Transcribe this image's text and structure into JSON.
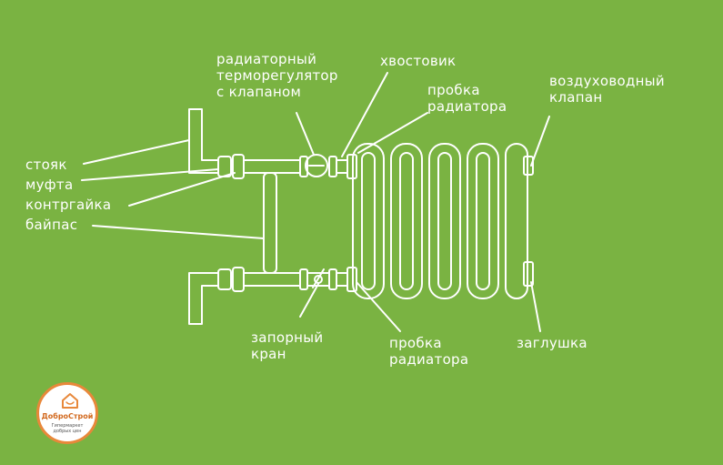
{
  "colors": {
    "background": "#7ab342",
    "stroke": "#ffffff",
    "logo_ring": "#e8883a"
  },
  "labels": {
    "stoyak": "стояк",
    "mufta": "муфта",
    "kontrgaika": "контргайка",
    "baipas": "байпас",
    "thermoregulator": "радиаторный\nтерморегулятор\nс клапаном",
    "khvostovik": "хвостовик",
    "probka_top": "пробка\nрадиатора",
    "vozdukhovodny": "воздуховодный\nклапан",
    "zapornyi": "запорный\nкран",
    "probka_bottom": "пробка\nрадиатора",
    "zaglushka": "заглушка"
  },
  "logo": {
    "name": "ДоброСтрой",
    "tagline": "Гипермаркет добрых цен",
    "icon": "house-smile-icon"
  }
}
